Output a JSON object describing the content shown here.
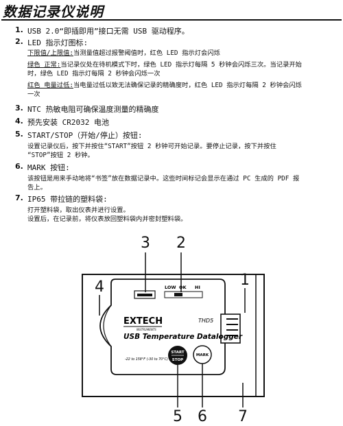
{
  "page_title": "数据记录仪说明",
  "items": [
    {
      "num": "1.",
      "text": "USB 2.0“即插即用”接口无需 USB 驱动程序。"
    },
    {
      "num": "2.",
      "text": "LED 指示灯图标:",
      "details": [
        {
          "label": "下限值/上限值:",
          "text": "当测量值超过报警阈值时，红色 LED 指示灯会闪烁"
        },
        {
          "label": "绿色 正常:",
          "text": "当记录仪处在待机模式下时，绿色 LED 指示灯每隔 5 秒钟会闪烁三次。当记录开始",
          "text2": "时，绿色 LED 指示灯每隔 2 秒钟会闪烁一次"
        },
        {
          "label": "红色 电量过低:",
          "text": "当电量过低以致无法确保记录的精确度时，红色 LED 指示灯每隔 2 秒钟会闪烁",
          "text2": "一次"
        }
      ]
    },
    {
      "num": "3.",
      "text": "NTC 热敏电阻可确保温度测量的精确度"
    },
    {
      "num": "4.",
      "text": "预先安装 CR2032 电池"
    },
    {
      "num": "5.",
      "text": "START/STOP（开始/停止）按钮:",
      "line1": "设置记录仪后，按下并按住“START”按钮 2 秒钟可开始记录。要停止记录，按下并按住",
      "line2": "“STOP”按钮 2 秒钟。"
    },
    {
      "num": "6.",
      "text": "MARK 按钮:",
      "line1": "该按钮是用来手动地将“书签”放在数据记录中。这些时间标记会显示在通过 PC 生成的 PDF 报",
      "line2": "告上。"
    },
    {
      "num": "7.",
      "text": "IP65 带拉链的塑料袋:",
      "line1": "打开塑料袋，取出仪表并进行设置。",
      "line2": "设置后，在记录前，将仪表放回塑料袋内并密封塑料袋。"
    }
  ],
  "device": {
    "brand": "EXTECH",
    "brand_sub": "INSTRUMENTS",
    "model": "THD5",
    "product_name": "USB Temperature Datalogger",
    "range": "-22 to 158°F (-30 to 70°C)",
    "led_low": "LOW",
    "led_ok": "OK",
    "led_hi": "HI",
    "start_label": "START",
    "stop_label": "STOP",
    "mark_label": "MARK"
  },
  "callouts": [
    "1",
    "2",
    "3",
    "4",
    "5",
    "6",
    "7"
  ]
}
